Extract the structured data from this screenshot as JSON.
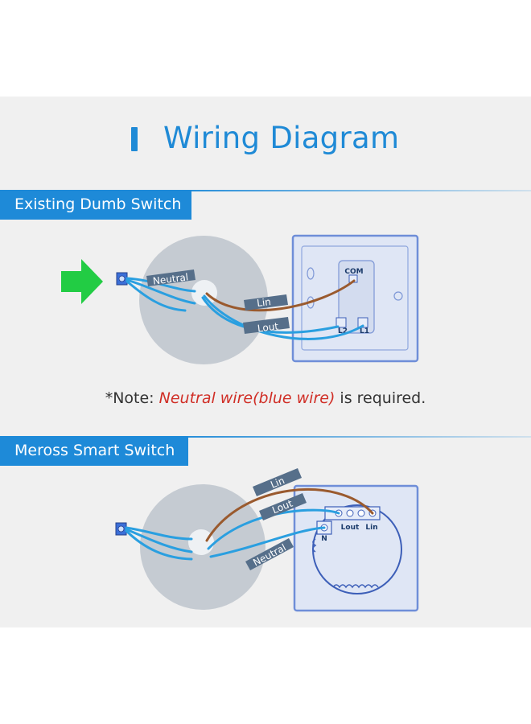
{
  "title": "Wiring Diagram",
  "sections": [
    {
      "label": "Existing Dumb Switch"
    },
    {
      "label": "Meross Smart Switch"
    }
  ],
  "note": {
    "prefix": "*Note: ",
    "emphasis": "Neutral wire(blue wire)",
    "suffix": " is required."
  },
  "diagram1": {
    "wire_labels": {
      "neutral": "Neutral",
      "lin": "Lin",
      "lout": "Lout"
    },
    "terminals": {
      "com": "COM",
      "l2": "L2",
      "l1": "L1"
    }
  },
  "diagram2": {
    "wire_labels": {
      "lin": "Lin",
      "lout": "Lout",
      "neutral": "Neutral"
    },
    "terminals": {
      "n": "N",
      "lout": "Lout",
      "lin": "Lin"
    }
  },
  "colors": {
    "accent": "#1e8ad8",
    "note_emphasis": "#d02e26",
    "arrow": "#22cc44",
    "neutral_wire": "#2a9fe0",
    "live_wire": "#9a5a2e",
    "ceiling_disc": "#c5cbd2",
    "switch_plate": "#dfe6f5",
    "wire_tag": "#566f8a"
  },
  "icons": [
    "right-arrow-icon",
    "terminal-block-icon"
  ]
}
